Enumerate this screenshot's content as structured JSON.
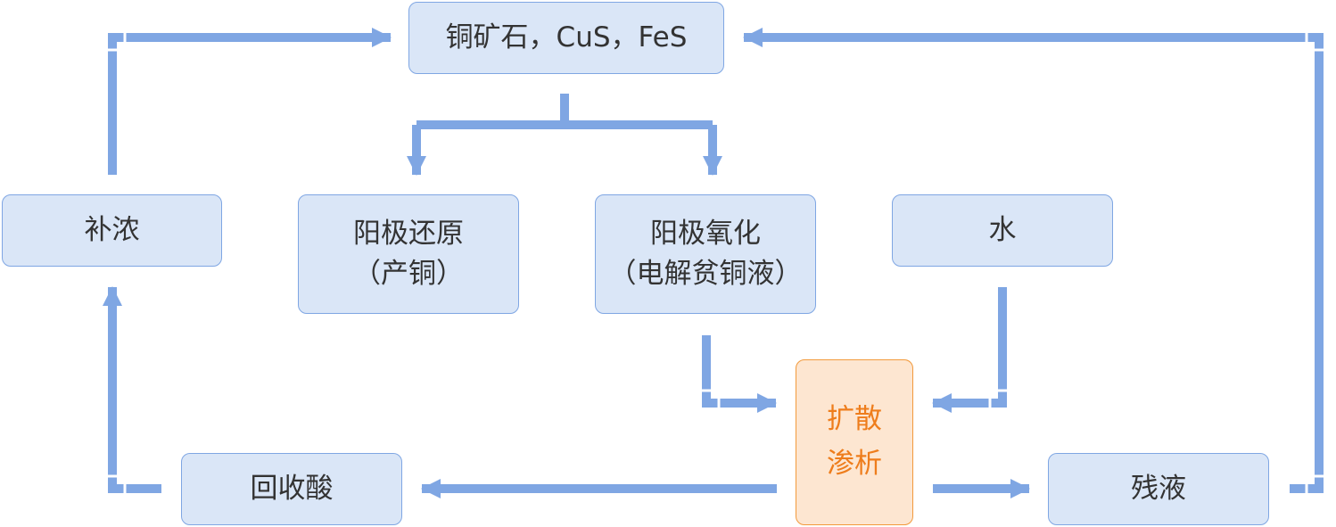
{
  "nodes": {
    "ore": {
      "text": "铜矿石，CuS，FeS"
    },
    "replenish": {
      "text": "补浓"
    },
    "anode_reduction": {
      "line1": "阳极还原",
      "line2": "（产铜）"
    },
    "anode_oxidation": {
      "line1": "阳极氧化",
      "line2": "（电解贫铜液）"
    },
    "water": {
      "text": "水"
    },
    "dialysis": {
      "line1": "扩散",
      "line2": "渗析"
    },
    "acid_recovery": {
      "text": "回收酸"
    },
    "residue": {
      "text": "残液"
    }
  },
  "colors": {
    "arrow": "#7fa6e3",
    "node_fill": "#dae6f7",
    "node_border": "#7fa6e3",
    "highlight_fill": "#fde6d1",
    "highlight_border": "#f29a3c",
    "highlight_text": "#ee7d1c"
  }
}
